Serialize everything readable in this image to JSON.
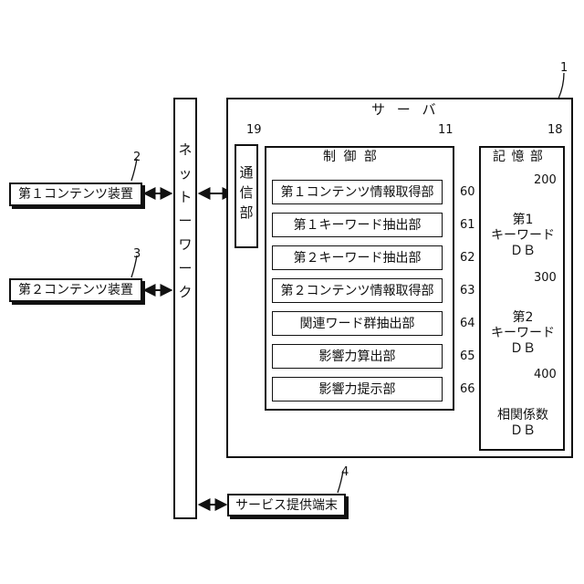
{
  "server": {
    "title": "サ ー バ",
    "ref": "1",
    "comm": {
      "chars": [
        "通",
        "信",
        "部"
      ],
      "ref": "19"
    },
    "control": {
      "title": "制 御 部",
      "ref": "11",
      "modules": [
        {
          "label": "第１コンテンツ情報取得部",
          "ref": "60"
        },
        {
          "label": "第１キーワード抽出部",
          "ref": "61"
        },
        {
          "label": "第２キーワード抽出部",
          "ref": "62"
        },
        {
          "label": "第２コンテンツ情報取得部",
          "ref": "63"
        },
        {
          "label": "関連ワード群抽出部",
          "ref": "64"
        },
        {
          "label": "影響力算出部",
          "ref": "65"
        },
        {
          "label": "影響力提示部",
          "ref": "66"
        }
      ]
    },
    "storage": {
      "title": "記 憶 部",
      "ref": "18",
      "dbs": [
        {
          "lines": [
            "第1",
            "キーワード",
            "ＤＢ"
          ],
          "ref": "200"
        },
        {
          "lines": [
            "第2",
            "キーワード",
            "ＤＢ"
          ],
          "ref": "300"
        },
        {
          "lines": [
            "相関係数",
            "ＤＢ"
          ],
          "ref": "400"
        }
      ]
    }
  },
  "network": {
    "chars": [
      "ネ",
      "ッ",
      "ト",
      "ー",
      "ワ",
      "ー",
      "ク"
    ]
  },
  "devices": [
    {
      "label": "第１コンテンツ装置",
      "ref": "2"
    },
    {
      "label": "第２コンテンツ装置",
      "ref": "3"
    }
  ],
  "terminal": {
    "label": "サービス提供端末",
    "ref": "4"
  }
}
